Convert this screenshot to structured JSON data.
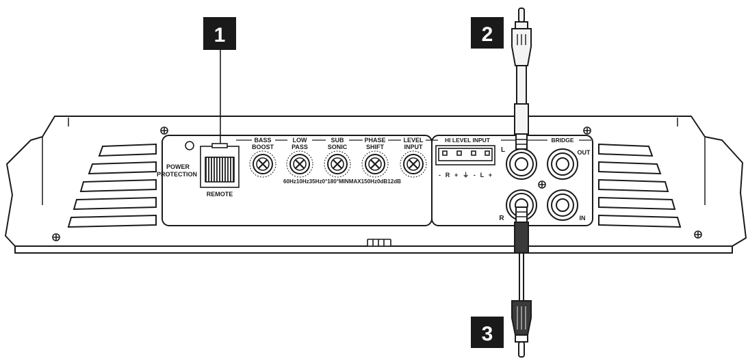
{
  "callouts": [
    {
      "number": "1"
    },
    {
      "number": "2"
    },
    {
      "number": "3"
    }
  ],
  "panel": {
    "power_protection": [
      "POWER",
      "PROTECTION"
    ],
    "remote": "REMOTE",
    "knobs": [
      {
        "label": [
          "BASS",
          "BOOST"
        ]
      },
      {
        "label": [
          "LOW",
          "PASS"
        ]
      },
      {
        "label": [
          "SUB",
          "SONIC"
        ]
      },
      {
        "label": [
          "PHASE",
          "SHIFT"
        ]
      },
      {
        "label": [
          "LEVEL",
          "INPUT"
        ]
      }
    ],
    "knob_ranges": "60Hz10Hz35Hz0°180°MINMAX150Hz0dB12dB",
    "hi_level_input": "HI LEVEL INPUT",
    "hi_level_pins": "- R + ⏚ - L +",
    "bridge": "BRIDGE",
    "rca_left": "L",
    "rca_right": "R",
    "bridge_out": "OUT",
    "bridge_in": "IN"
  },
  "colors": {
    "line": "#1a1a1a",
    "badge": "#1a1a1a",
    "plug_dark": "#3a3a3a",
    "plug_light": "#f4f4f4"
  }
}
